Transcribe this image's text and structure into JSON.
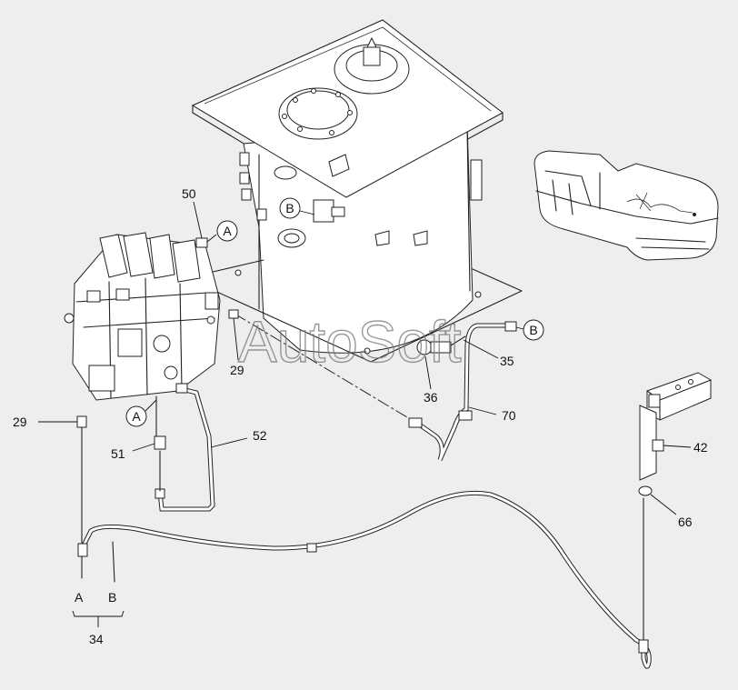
{
  "diagram": {
    "watermark": "AutoSoft",
    "callouts": {
      "c50": "50",
      "c29a": "29",
      "c29b": "29",
      "c51": "51",
      "c52": "52",
      "c34": "34",
      "c35": "35",
      "c36": "36",
      "c70": "70",
      "c42": "42",
      "c66": "66",
      "portA": "A",
      "portB": "B"
    },
    "connectors": {
      "a1": "A",
      "a2": "A",
      "b1": "B",
      "b2": "B"
    }
  }
}
